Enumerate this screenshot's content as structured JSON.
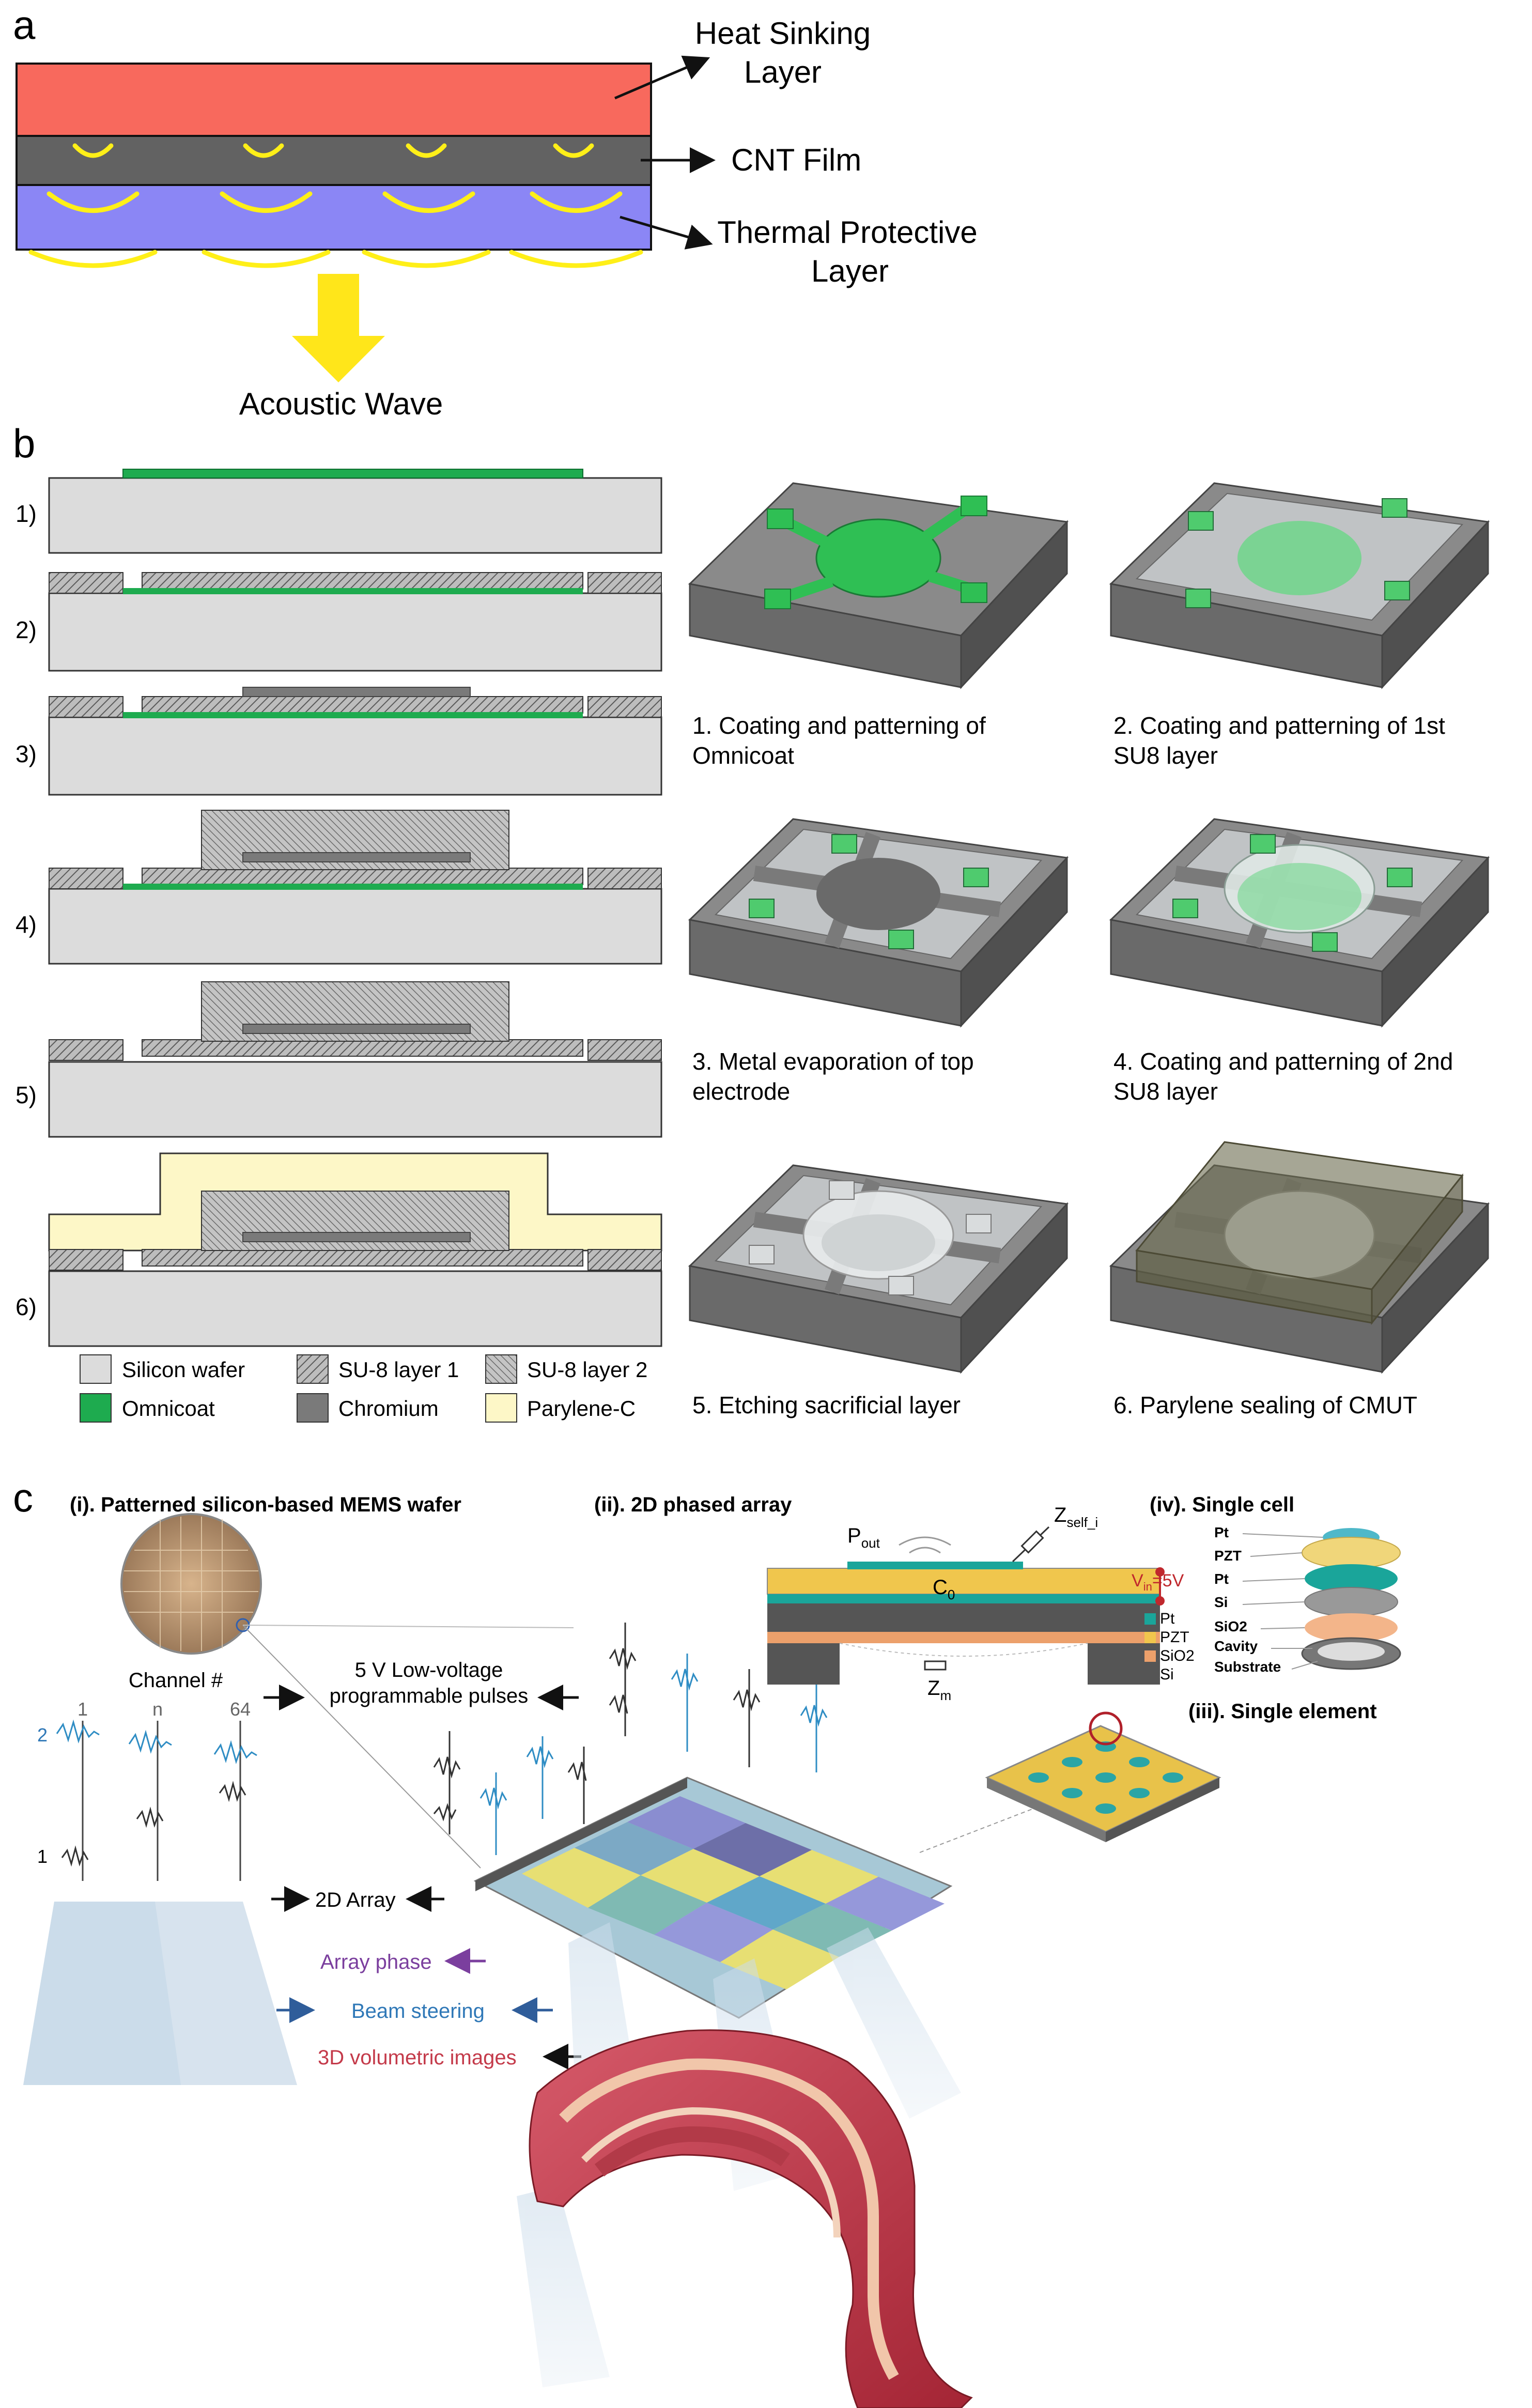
{
  "panel_a": {
    "letter": "a",
    "labels": {
      "heat_line1": "Heat Sinking",
      "heat_line2": "Layer",
      "cnt": "CNT Film",
      "thermal_line1": "Thermal Protective",
      "thermal_line2": "Layer",
      "acoustic": "Acoustic Wave"
    },
    "colors": {
      "heat": "#f8695d",
      "cnt": "#626262",
      "thermal": "#8b86f5",
      "wave": "#ffef18"
    }
  },
  "panel_b": {
    "letter": "b",
    "step_numbers": [
      "1)",
      "2)",
      "3)",
      "4)",
      "5)",
      "6)"
    ],
    "legend": [
      "Silicon wafer",
      "SU-8 layer 1",
      "SU-8 layer 2",
      "Omnicoat",
      "Chromium",
      "Parylene-C"
    ],
    "captions": [
      {
        "line1": "1. Coating and patterning of",
        "line2": "Omnicoat"
      },
      {
        "line1": "2. Coating and patterning of 1st",
        "line2": "SU8 layer"
      },
      {
        "line1": "3. Metal evaporation of top",
        "line2": "electrode"
      },
      {
        "line1": "4. Coating and patterning of 2nd",
        "line2": "SU8 layer"
      },
      {
        "line1": "5. Etching sacrificial layer",
        "line2": ""
      },
      {
        "line1": "6. Parylene sealing of CMUT",
        "line2": ""
      }
    ],
    "colors": {
      "silicon": "#dcdcdc",
      "omnicoat": "#1eab4f",
      "chromium": "#7a7a7a",
      "parylene": "#fdf7c7"
    }
  },
  "panel_c": {
    "letter": "c",
    "title_i": "(i). Patterned silicon-based MEMS wafer",
    "title_ii": "(ii). 2D phased array",
    "title_iii": "(iii). Single element",
    "title_iv": "(iv). Single cell",
    "channel_label": "Channel #",
    "channels": [
      "1",
      "n",
      "64"
    ],
    "row_labels": [
      "2",
      "1"
    ],
    "pulses_line1": "5 V Low-voltage",
    "pulses_line2": "programmable pulses",
    "array_2d": "2D Array",
    "array_phase": "Array phase",
    "beam_steering": "Beam steering",
    "volumetric": "3D volumetric images",
    "circuit": {
      "pout": "P",
      "pout_sub": "out",
      "zself": "Z",
      "zself_sub": "self_i",
      "vin": "V",
      "vin_sub": "in",
      "vin_val": "=5V",
      "c0": "C",
      "c0_sub": "0",
      "zm": "Z",
      "zm_sub": "m"
    },
    "layer_legend": [
      "Pt",
      "PZT",
      "SiO2",
      "Si"
    ],
    "cell_layers": [
      "Pt",
      "PZT",
      "Pt",
      "Si",
      "SiO2",
      "Cavity",
      "Substrate"
    ]
  }
}
